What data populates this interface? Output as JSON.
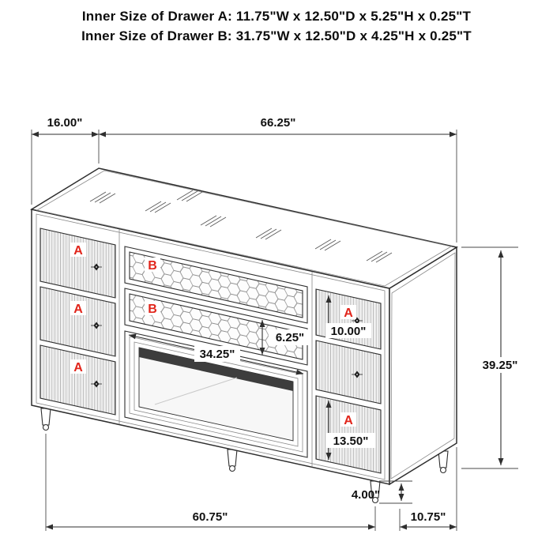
{
  "header": {
    "line_a": "Inner Size of Drawer A: 11.75\"W x 12.50\"D x 5.25\"H x 0.25\"T",
    "line_b": "Inner Size of Drawer B: 31.75\"W x 12.50\"D x 4.25\"H x 0.25\"T"
  },
  "labels": {
    "drawer_a": "A",
    "drawer_b": "B"
  },
  "dims": {
    "top_depth": "16.00\"",
    "top_width": "66.25\"",
    "b_drawer_height": "6.25\"",
    "b_drawer_width": "34.25\"",
    "right_top_drawer_height": "10.00\"",
    "overall_height": "39.25\"",
    "right_bottom_drawer_height": "13.50\"",
    "leg_height": "4.00\"",
    "bottom_width": "60.75\"",
    "bottom_depth": "10.75\""
  },
  "colors": {
    "label_red": "#e1251b",
    "line": "#2f2f2f"
  }
}
